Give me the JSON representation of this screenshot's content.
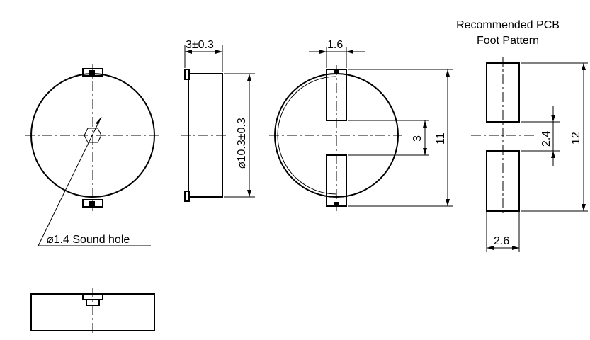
{
  "title": {
    "line1": "Recommended PCB",
    "line2": "Foot Pattern"
  },
  "dimensions": {
    "thickness": "3±0.3",
    "diameter": "⌀10.3±0.3",
    "pad_width_top": "1.6",
    "pad_gap": "3",
    "pad_span": "11",
    "sound_hole": "⌀1.4 Sound hole",
    "pcb_gap": "2.4",
    "pcb_span": "12",
    "pcb_pad_width": "2.6"
  }
}
